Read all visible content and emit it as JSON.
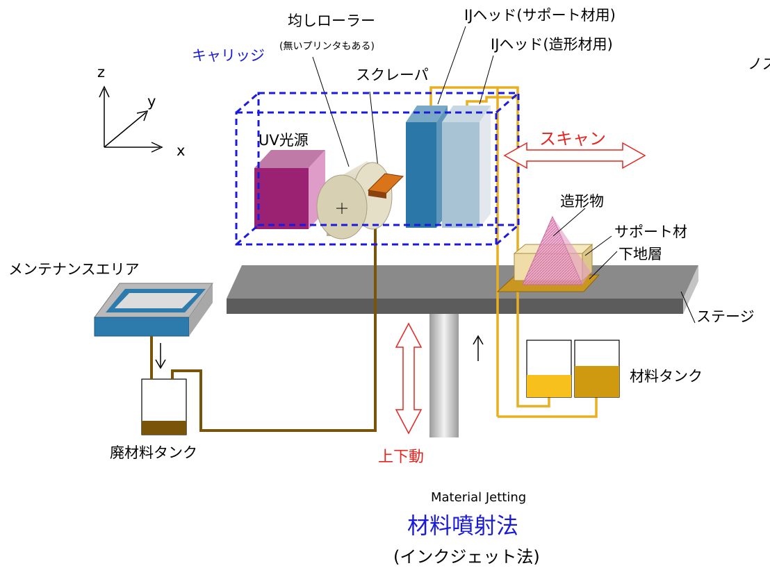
{
  "axes": {
    "x": "x",
    "y": "y",
    "z": "z"
  },
  "labels": {
    "carriage": "キャリッジ",
    "leveling_roller": "均しローラー",
    "roller_note": "(無いプリンタもある)",
    "scraper": "スクレーパ",
    "ij_head_support": "IJヘッド(サポート材用)",
    "ij_head_model": "IJヘッド(造形材用)",
    "nozzle": "ノズ",
    "uv_light": "UV光源",
    "scan": "スキャン",
    "model_object": "造形物",
    "support_material": "サポート材",
    "base_layer": "下地層",
    "maintenance_area": "メンテナンスエリア",
    "stage": "ステージ",
    "material_tank": "材料タンク",
    "waste_tank": "廃材料タンク",
    "up_down": "上下動"
  },
  "title": {
    "english": "Material Jetting",
    "japanese": "材料噴射法",
    "alt": "(インクジェット法)"
  },
  "colors": {
    "carriage_dash": "#1a1adc",
    "scan_arrow": "#e8231f",
    "uv_box": "#9b2173",
    "head_support": "#2a77a8",
    "head_model": "#a8c4d4",
    "tube_brown": "#7a5408",
    "tube_gold": "#e8b021",
    "stage": "#707070"
  }
}
